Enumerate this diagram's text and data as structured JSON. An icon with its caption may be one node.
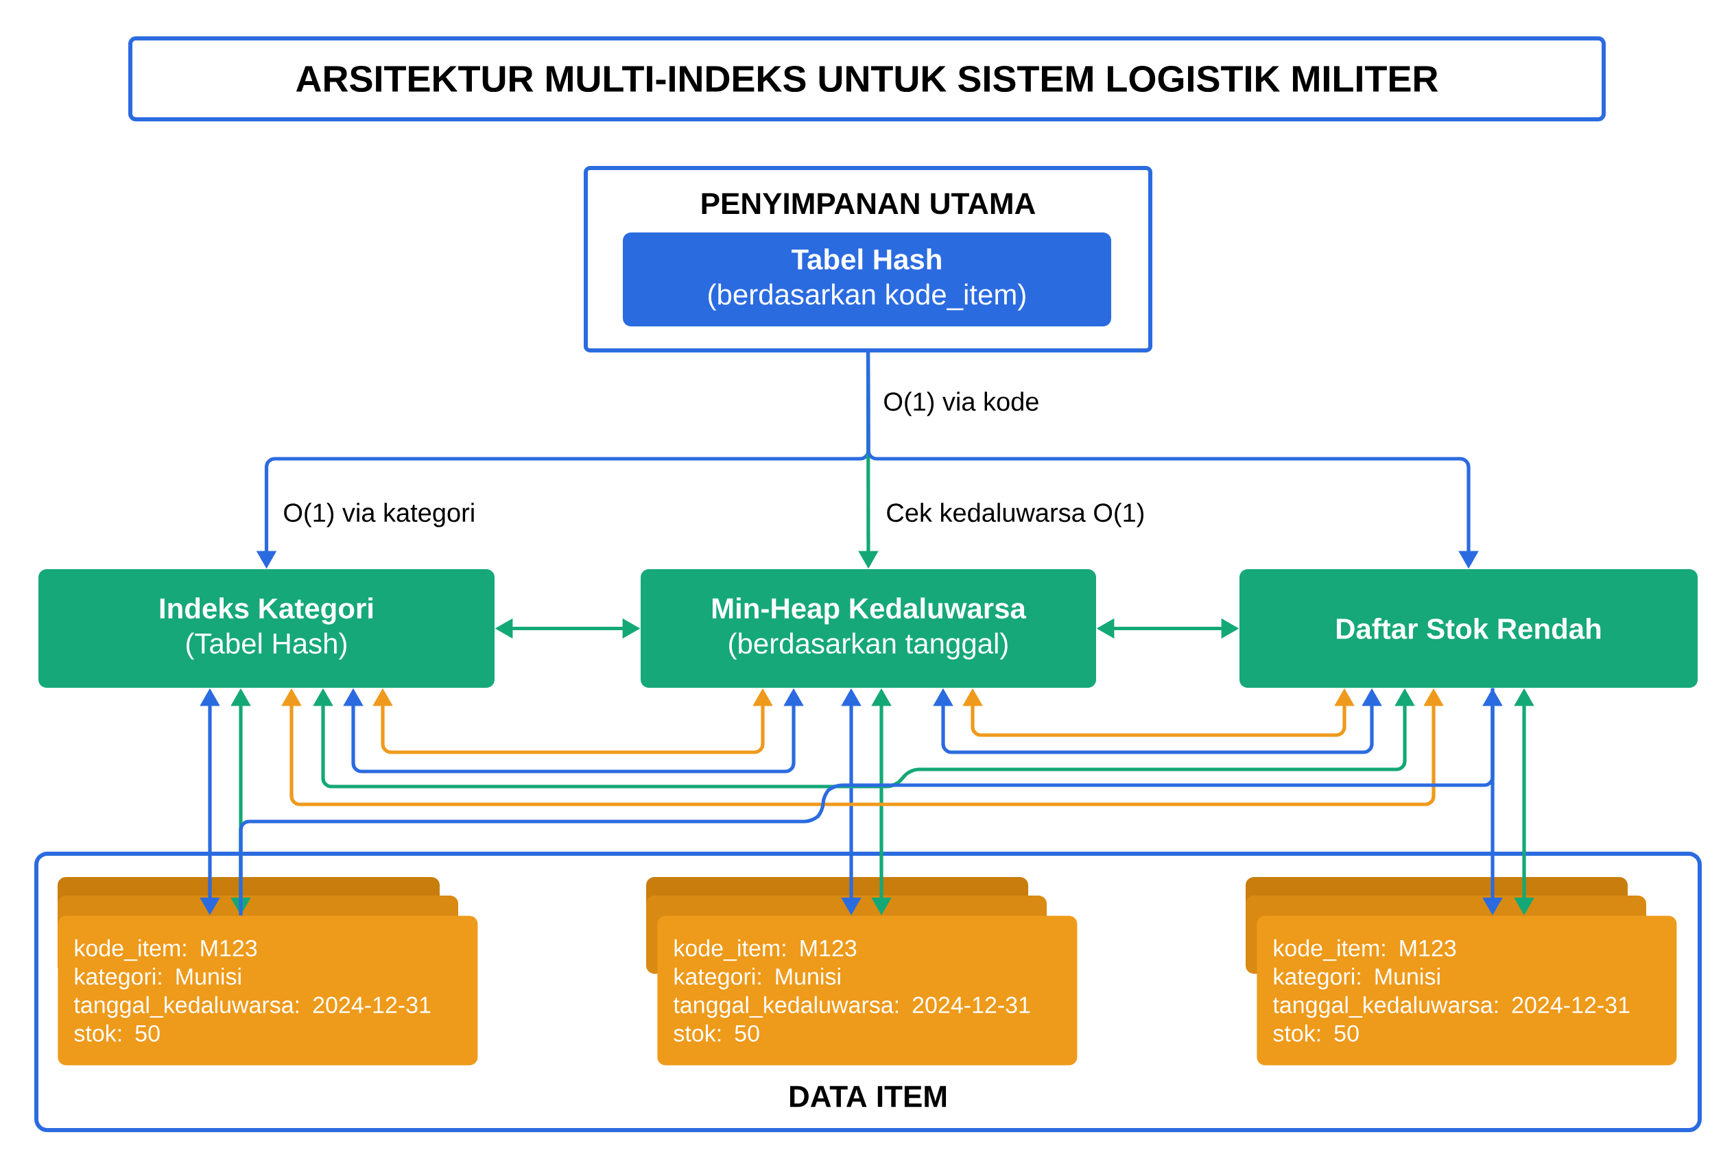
{
  "diagram": {
    "title": "ARSITEKTUR MULTI-INDEKS UNTUK SISTEM LOGISTIK MILITER",
    "nodes": [
      {
        "text": [
          "PENYIMPANAN UTAMA"
        ]
      },
      {
        "text": [
          "Tabel Hash",
          "(berdasarkan kode_item)"
        ],
        "in": 0
      },
      {
        "text": [
          "Indeks Kategori",
          "(Tabel Hash)"
        ]
      },
      {
        "text": [
          "Min-Heap Kedaluwarsa",
          "(berdasarkan tanggal)"
        ]
      },
      {
        "text": [
          "Daftar Stok Rendah"
        ]
      },
      {
        "text": [
          "DATA ITEM"
        ]
      },
      {
        "text": [
          "kode_item: M123",
          "kategori: Munisi",
          "tanggal_kedaluwarsa: 2024-12-31",
          "stok: 50"
        ],
        "in": 5
      },
      {
        "text": [
          "kode_item: M123",
          "kategori: Munisi",
          "tanggal_kedaluwarsa: 2024-12-31",
          "stok: 50"
        ],
        "in": 5
      },
      {
        "text": [
          "kode_item: M123",
          "kategori: Munisi",
          "tanggal_kedaluwarsa: 2024-12-31",
          "stok: 50"
        ],
        "in": 5
      }
    ],
    "edges": [
      {
        "from": 0,
        "to": 2,
        "arrow": "to",
        "label": "O(1) via kategori"
      },
      {
        "from": 0,
        "to": 3,
        "arrow": "to",
        "label": "Cek kedaluwarsa O(1)",
        "color": "#14a877"
      },
      {
        "from": 0,
        "to": 4,
        "arrow": "to"
      },
      {
        "from": 2,
        "to": 3,
        "arrow": "both",
        "color": "#14a877"
      },
      {
        "from": 3,
        "to": 4,
        "arrow": "both",
        "color": "#14a877"
      },
      {
        "from": 2,
        "to": 6,
        "arrow": "both"
      },
      {
        "from": 2,
        "to": 6,
        "arrow": "both",
        "color": "#14a877"
      },
      {
        "from": 3,
        "to": 7,
        "arrow": "both"
      },
      {
        "from": 3,
        "to": 7,
        "arrow": "both",
        "color": "#14a877"
      },
      {
        "from": 4,
        "to": 8,
        "arrow": "both"
      },
      {
        "from": 4,
        "to": 8,
        "arrow": "both",
        "color": "#14a877"
      },
      {
        "from": 2,
        "to": 3,
        "arrow": "both",
        "color": "#ef9a1c"
      },
      {
        "from": 2,
        "to": 3,
        "arrow": "both"
      },
      {
        "from": 2,
        "to": 4,
        "arrow": "both",
        "color": "#14a877"
      },
      {
        "from": 2,
        "to": 4,
        "arrow": "both",
        "color": "#ef9a1c"
      },
      {
        "from": 3,
        "to": 4,
        "arrow": "both"
      },
      {
        "from": 3,
        "to": 4,
        "arrow": "both",
        "color": "#ef9a1c"
      },
      {
        "from": 4,
        "to": 6,
        "arrow": "none"
      }
    ],
    "labels": [
      "O(1) via kode"
    ]
  }
}
